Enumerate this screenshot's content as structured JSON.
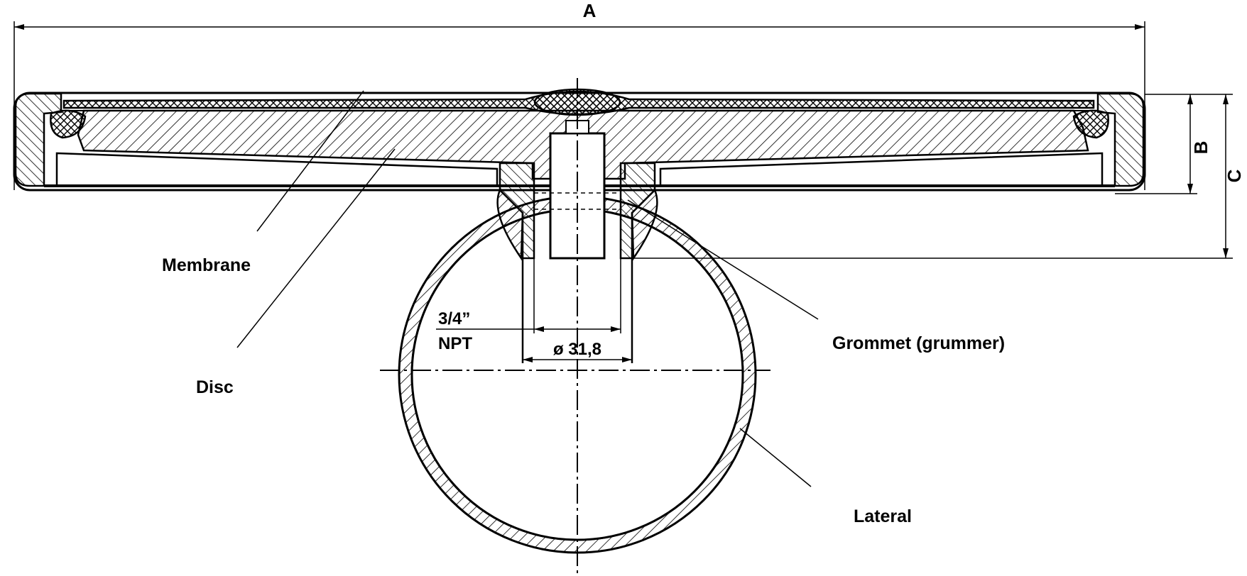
{
  "dimensions": {
    "overall_width": "A",
    "disc_height": "B",
    "total_height": "C",
    "thread_size_line1": "3/4”",
    "thread_size_line2": "NPT",
    "bore_diameter": "ø 31,8"
  },
  "parts": {
    "membrane": "Membrane",
    "disc": "Disc",
    "grommet": "Grommet (grummer)",
    "lateral": "Lateral"
  },
  "colors": {
    "line": "#000000",
    "background": "#ffffff"
  }
}
